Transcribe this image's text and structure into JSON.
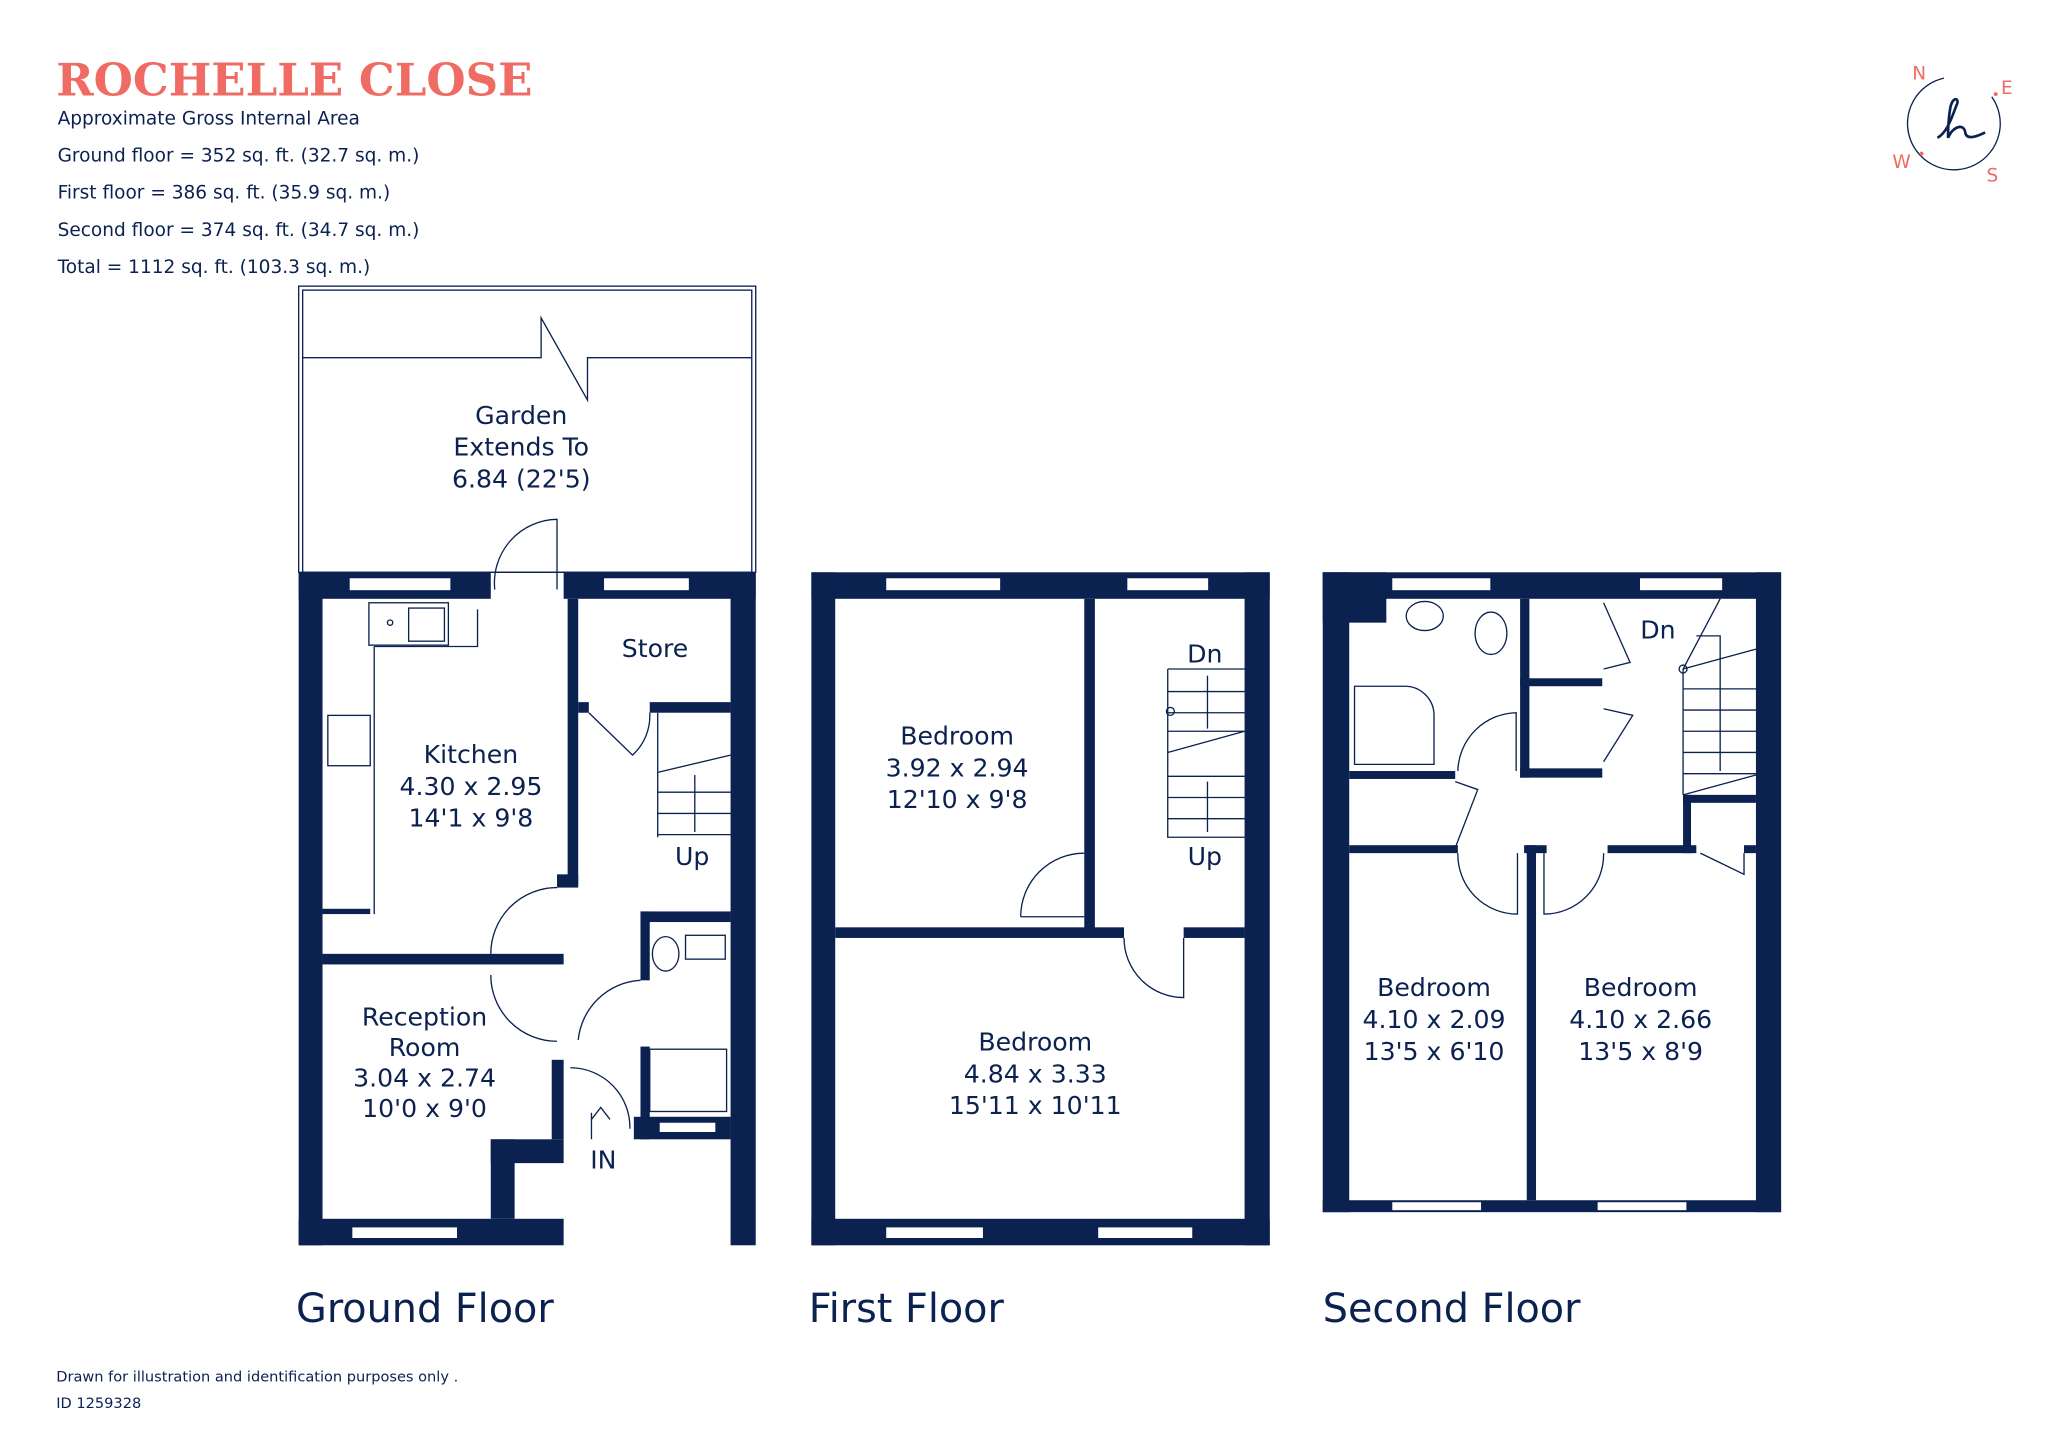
{
  "header": {
    "title": "ROCHELLE CLOSE",
    "subtitle": "Approximate Gross Internal Area",
    "areas": [
      "Ground floor = 352 sq. ft. (32.7 sq. m.)",
      "First floor  = 386 sq. ft. (35.9 sq. m.)",
      "Second floor  = 374 sq. ft. (34.7 sq. m.)",
      "Total = 1112 sq. ft. (103.3 sq. m.)"
    ]
  },
  "compass": {
    "n": "N",
    "e": "E",
    "s": "S",
    "w": "W",
    "logo": "h"
  },
  "colors": {
    "navy": "#0b2150",
    "coral": "#ef6b63"
  },
  "ground_floor": {
    "label": "Ground Floor",
    "garden": [
      "Garden",
      "Extends To",
      "6.84 (22'5)"
    ],
    "kitchen": [
      "Kitchen",
      "4.30 x 2.95",
      "14'1 x 9'8"
    ],
    "store": "Store",
    "up": "Up",
    "reception": [
      "Reception",
      "Room",
      "3.04 x 2.74",
      "10'0 x 9'0"
    ],
    "entrance": "IN"
  },
  "first_floor": {
    "label": "First Floor",
    "bedroom1": [
      "Bedroom",
      "3.92 x 2.94",
      "12'10 x 9'8"
    ],
    "bedroom2": [
      "Bedroom",
      "4.84 x 3.33",
      "15'11 x 10'11"
    ],
    "dn": "Dn",
    "up": "Up"
  },
  "second_floor": {
    "label": "Second Floor",
    "dn": "Dn",
    "bedroom1": [
      "Bedroom",
      "4.10 x 2.09",
      "13'5 x 6'10"
    ],
    "bedroom2": [
      "Bedroom",
      "4.10 x 2.66",
      "13'5 x 8'9"
    ]
  },
  "footer": {
    "disclaimer": "Drawn for illustration and identification purposes only .",
    "id": "ID 1259328"
  }
}
